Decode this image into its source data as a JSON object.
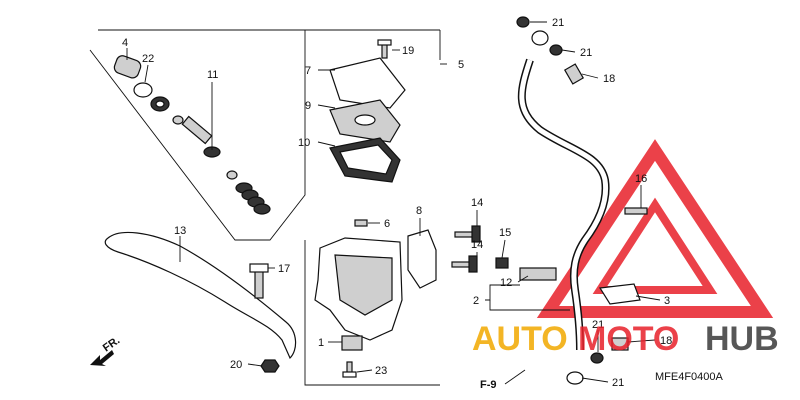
{
  "diagram": {
    "part_labels": [
      "4",
      "22",
      "11",
      "7",
      "9",
      "10",
      "19",
      "5",
      "13",
      "17",
      "20",
      "1",
      "23",
      "6",
      "8",
      "14",
      "14",
      "15",
      "12",
      "2",
      "3",
      "16",
      "21",
      "21",
      "18",
      "18",
      "21",
      "21"
    ],
    "ref_code": "MFE4F0400A",
    "frame_label": "F-9",
    "front_arrow_label": "FR."
  },
  "watermark": {
    "brand_parts": [
      "AUTO",
      "MOTO",
      "HUB"
    ],
    "colors": {
      "auto": "#f2a900",
      "moto": "#e8202a",
      "hub": "#3a3a3a"
    }
  }
}
